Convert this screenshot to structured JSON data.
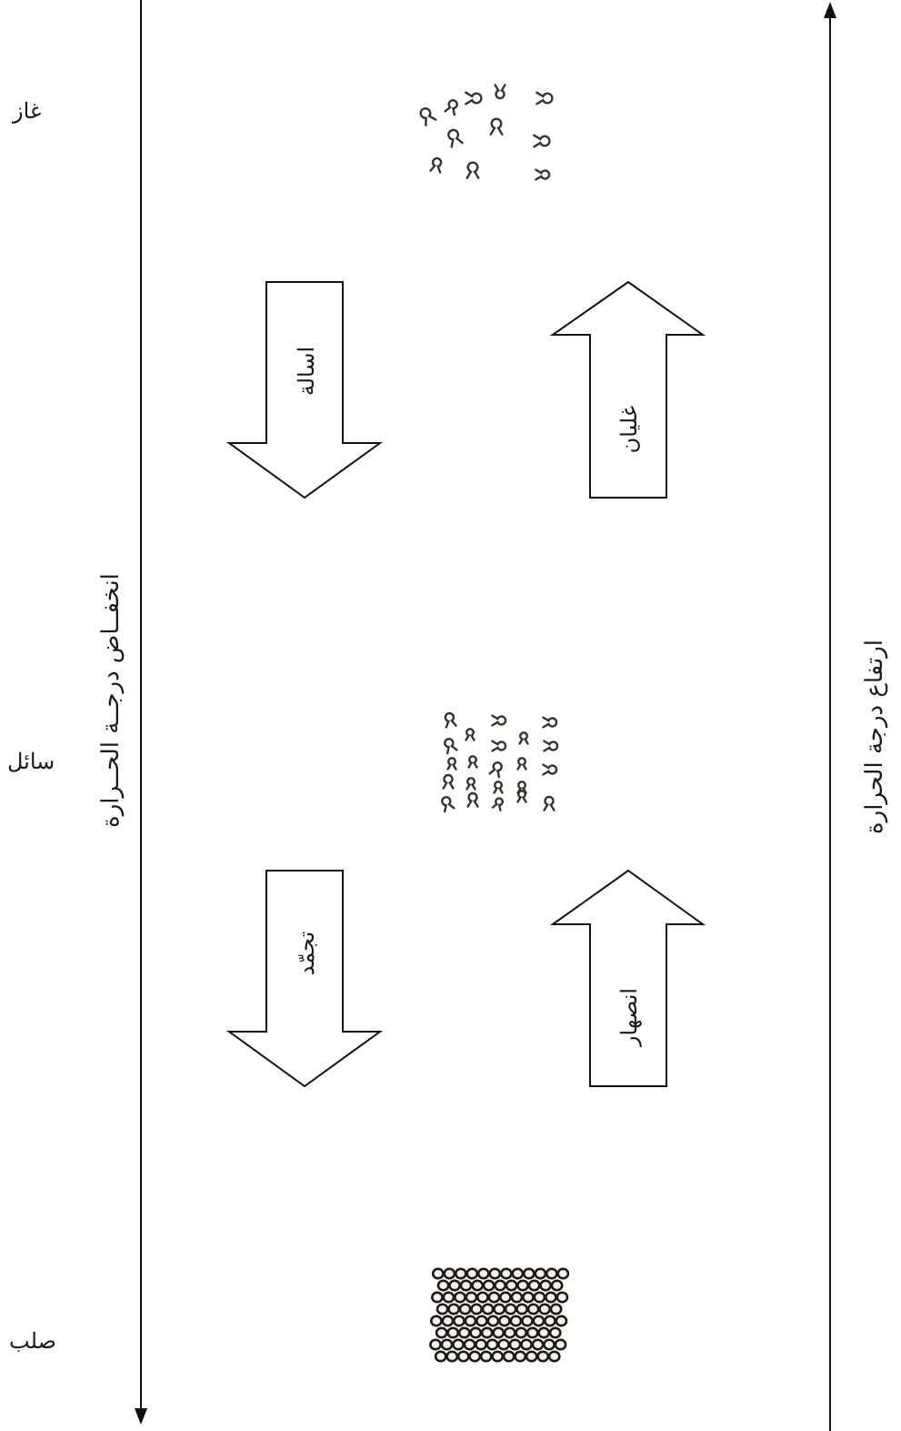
{
  "states": {
    "gas": "غاز",
    "liquid": "سائل",
    "solid": "صلب"
  },
  "axes": {
    "left": "انخفــاض درجــة الحــرارة",
    "right": "ارتفاع درجة الحرارة"
  },
  "transitions": {
    "condensation": "اسالة",
    "boiling": "غليان",
    "freezing": "تجمّد",
    "melting": "انصهار"
  },
  "colors": {
    "line": "#111111",
    "particle": "#3a332b",
    "particle_dark": "#1e1a15"
  }
}
